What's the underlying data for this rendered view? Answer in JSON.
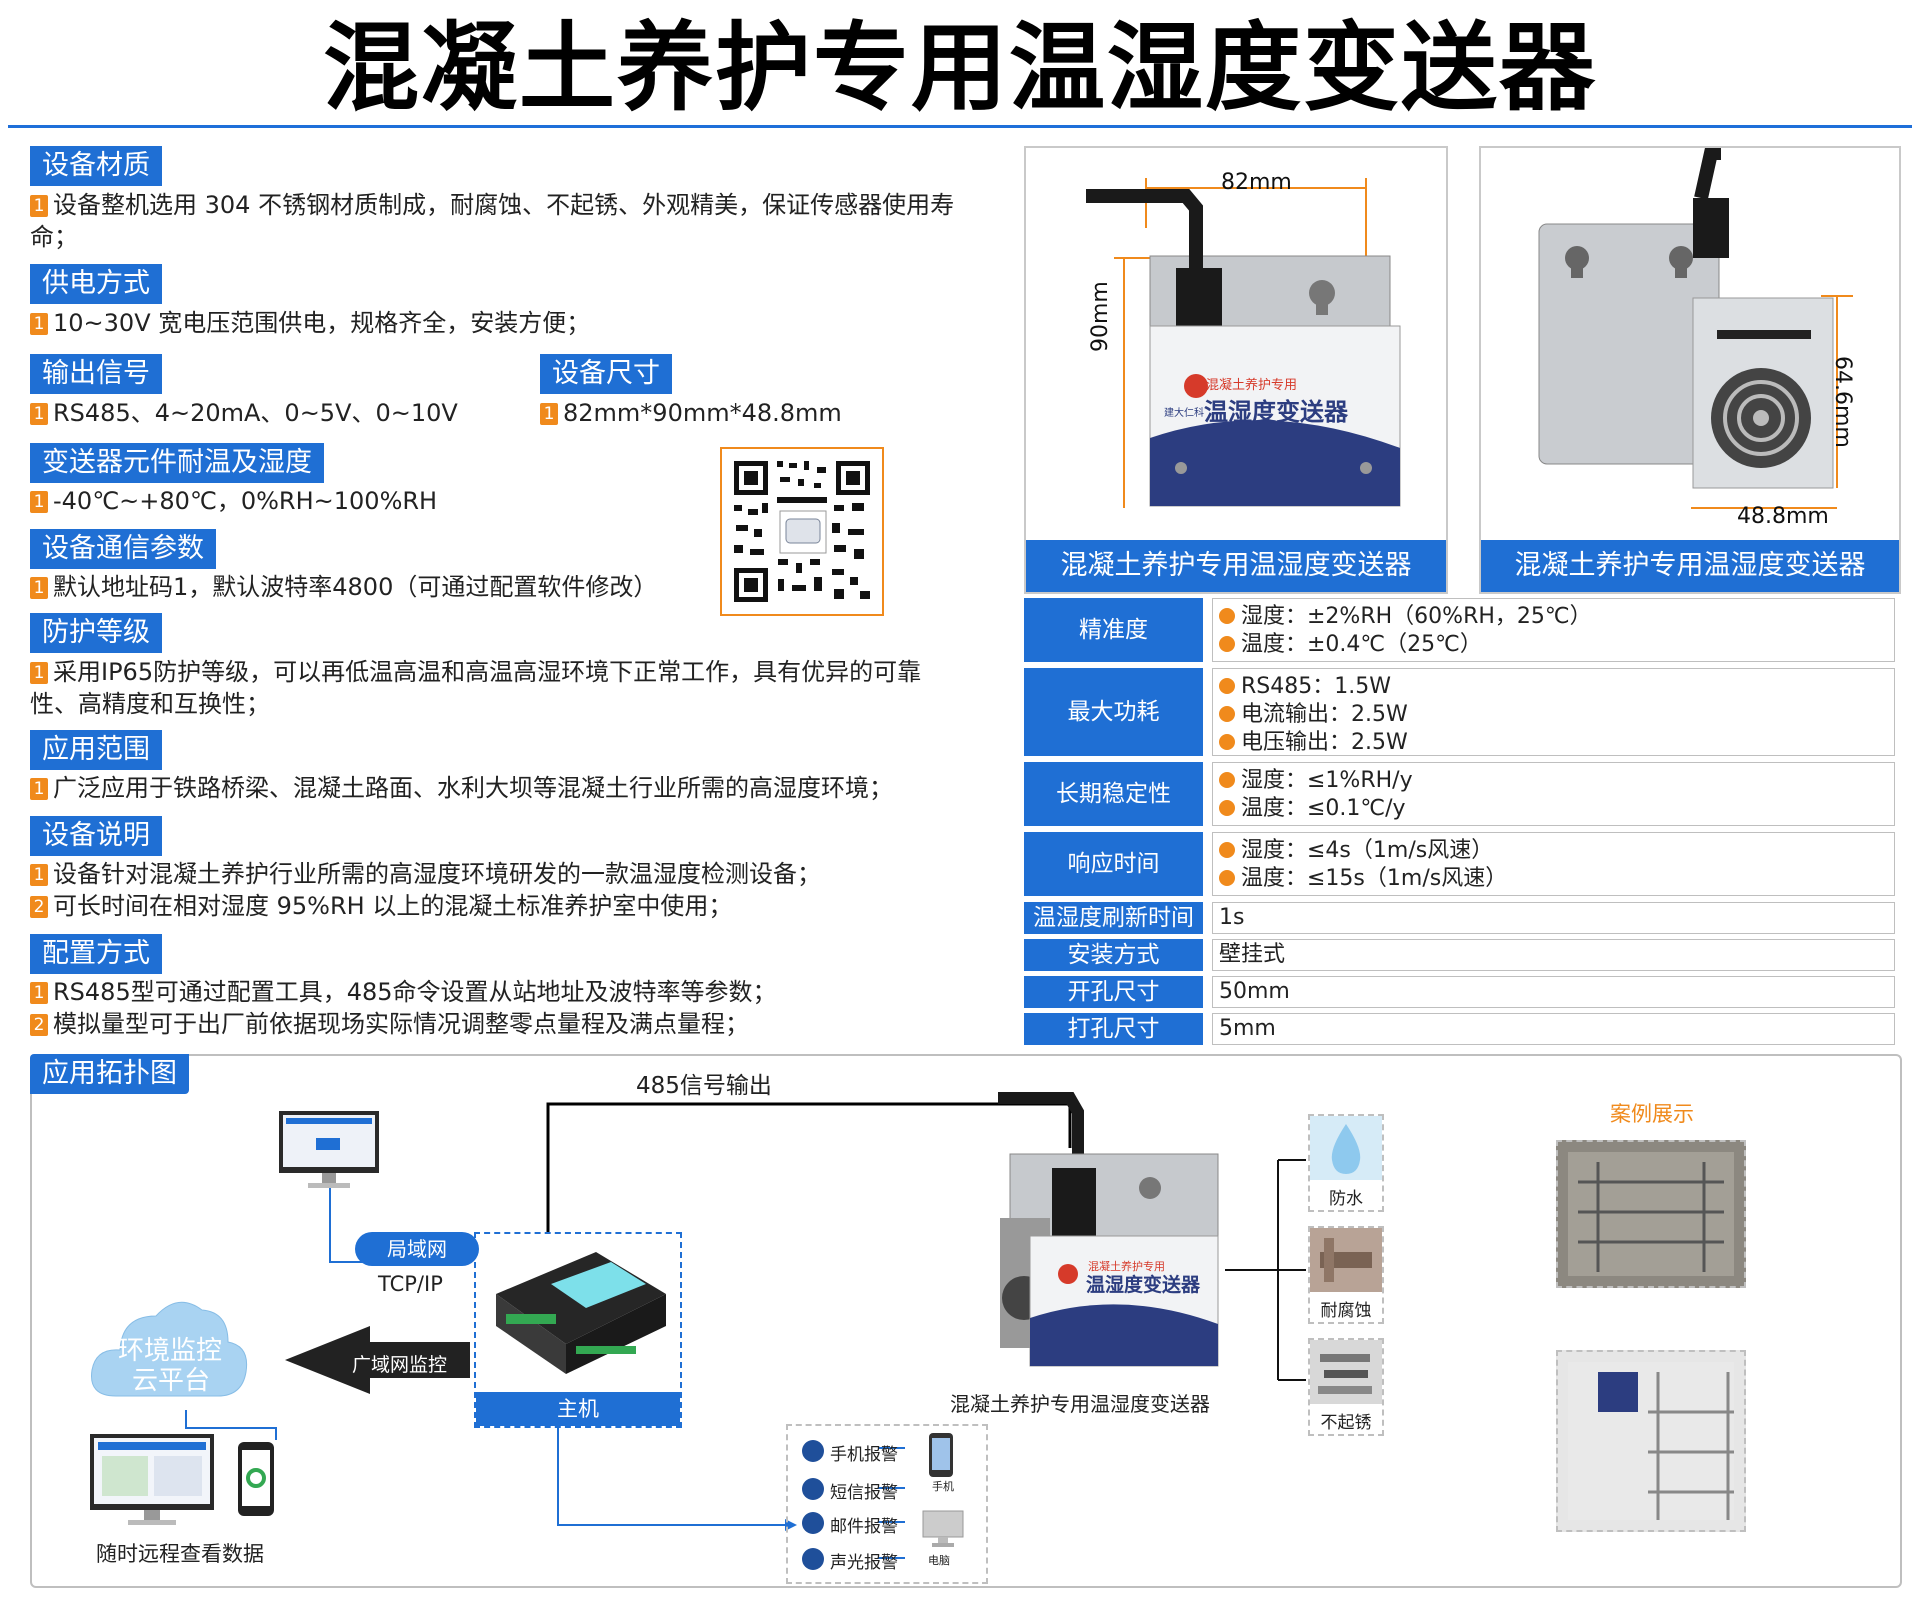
{
  "title": "混凝土养护专用温湿度变送器",
  "sections": {
    "material": {
      "heading": "设备材质",
      "n1": "1",
      "text1": "设备整机选用 304 不锈钢材质制成，耐腐蚀、不起锈、外观精美，保证传感器使用寿命；"
    },
    "power": {
      "heading": "供电方式",
      "n1": "1",
      "text1": "10~30V 宽电压范围供电，规格齐全，安装方便；"
    },
    "output": {
      "heading": "输出信号",
      "n1": "1",
      "text1": "RS485、4~20mA、0~5V、0~10V"
    },
    "size": {
      "heading": "设备尺寸",
      "n1": "1",
      "text1": "82mm*90mm*48.8mm"
    },
    "temp_range": {
      "heading": "变送器元件耐温及湿度",
      "n1": "1",
      "text1": "-40℃~+80℃，0%RH~100%RH"
    },
    "comm": {
      "heading": "设备通信参数",
      "n1": "1",
      "text1": "默认地址码1，默认波特率4800（可通过配置软件修改）"
    },
    "protection": {
      "heading": "防护等级",
      "n1": "1",
      "text1": "采用IP65防护等级，可以再低温高温和高温高湿环境下正常工作，具有优异的可靠性、高精度和互换性；"
    },
    "application": {
      "heading": "应用范围",
      "n1": "1",
      "text1": "广泛应用于铁路桥梁、混凝土路面、水利大坝等混凝土行业所需的高湿度环境；"
    },
    "description": {
      "heading": "设备说明",
      "n1": "1",
      "text1": "设备针对混凝土养护行业所需的高湿度环境研发的一款温湿度检测设备；",
      "n2": "2",
      "text2": "可长时间在相对湿度 95%RH 以上的混凝土标准养护室中使用；"
    },
    "config": {
      "heading": "配置方式",
      "n1": "1",
      "text1": "RS485型可通过配置工具，485命令设置从站地址及波特率等参数；",
      "n2": "2",
      "text2": "模拟量型可于出厂前依据现场实际情况调整零点量程及满点量程；"
    }
  },
  "photos": {
    "caption_left": "混凝土养护专用温湿度变送器",
    "caption_right": "混凝土养护专用温湿度变送器",
    "dim_width": "82mm",
    "dim_height": "90mm",
    "dim_depth_h": "64.6mm",
    "dim_depth": "48.8mm",
    "label_small": "混凝土养护专用",
    "label_big": "温湿度变送器",
    "brand": "建大仁科"
  },
  "specs": [
    {
      "label": "精准度",
      "lines": [
        "湿度：±2%RH（60%RH，25℃）",
        "温度：±0.4℃（25℃）"
      ]
    },
    {
      "label": "最大功耗",
      "lines": [
        "RS485：1.5W",
        "电流输出：2.5W",
        "电压输出：2.5W"
      ]
    },
    {
      "label": "长期稳定性",
      "lines": [
        "湿度：≤1%RH/y",
        "温度：≤0.1℃/y"
      ]
    },
    {
      "label": "响应时间",
      "lines": [
        "湿度：≤4s（1m/s风速）",
        "温度：≤15s（1m/s风速）"
      ]
    },
    {
      "label": "温湿度刷新时间",
      "value": "1s"
    },
    {
      "label": "安装方式",
      "value": "壁挂式"
    },
    {
      "label": "开孔尺寸",
      "value": "50mm"
    },
    {
      "label": "打孔尺寸",
      "value": "5mm"
    }
  ],
  "topology": {
    "heading": "应用拓扑图",
    "signal": "485信号输出",
    "lan": "局域网",
    "tcp": "TCP/IP",
    "wan": "广域网监控",
    "host": "主机",
    "cloud_line1": "环境监控",
    "cloud_line2": "云平台",
    "remote": "随时远程查看数据",
    "device": "混凝土养护专用温湿度变送器",
    "f_water": "防水",
    "f_corrosion": "耐腐蚀",
    "f_rust": "不起锈",
    "case": "案例展示",
    "a_phone": "手机报警",
    "a_sms": "短信报警",
    "a_mail": "邮件报警",
    "a_sound": "声光报警",
    "d_phone": "手机",
    "d_pc": "电脑"
  },
  "colors": {
    "blue": "#1f6fd4",
    "orange": "#f08a1c",
    "navy": "#2c3d80"
  }
}
